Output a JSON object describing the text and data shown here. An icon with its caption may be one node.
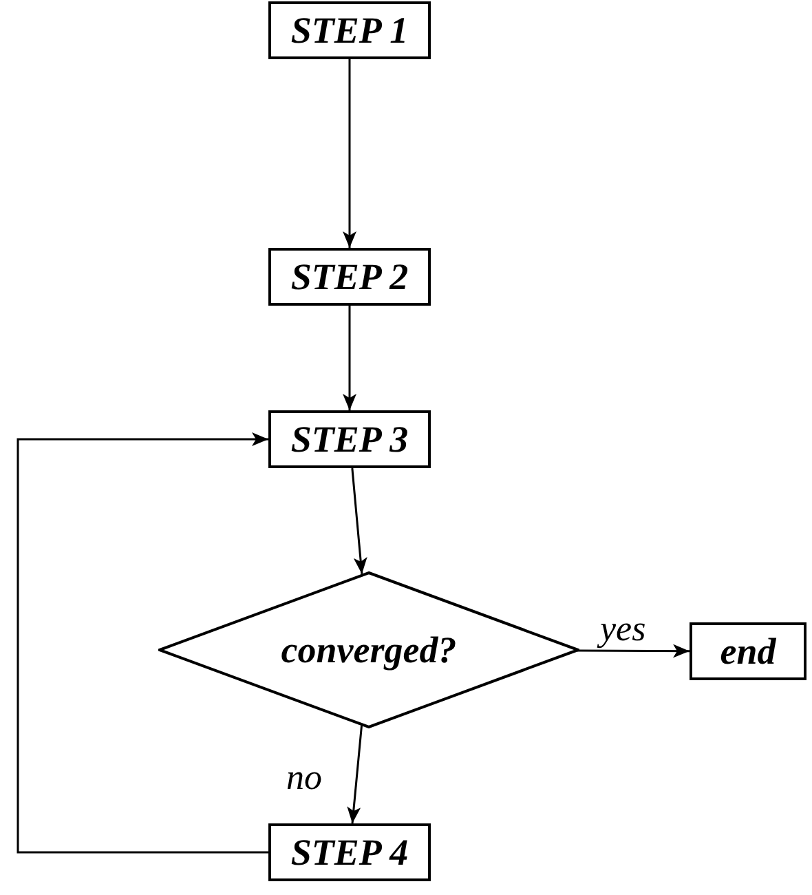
{
  "diagram": {
    "nodes": [
      {
        "text": [
          "STEP 1"
        ]
      },
      {
        "text": [
          "STEP 2"
        ]
      },
      {
        "text": [
          "STEP 3"
        ]
      },
      {
        "text": [
          "converged?"
        ]
      },
      {
        "text": [
          "end"
        ]
      },
      {
        "text": [
          "STEP 4"
        ]
      }
    ],
    "edges": [
      {
        "from": 0,
        "to": 1,
        "arrow": "to"
      },
      {
        "from": 1,
        "to": 2,
        "arrow": "to"
      },
      {
        "from": 2,
        "to": 3,
        "arrow": "to"
      },
      {
        "from": 3,
        "to": 4,
        "arrow": "to",
        "label": "yes"
      },
      {
        "from": 3,
        "to": 5,
        "arrow": "to",
        "label": "no"
      },
      {
        "from": 5,
        "to": 2,
        "arrow": "to"
      }
    ]
  }
}
